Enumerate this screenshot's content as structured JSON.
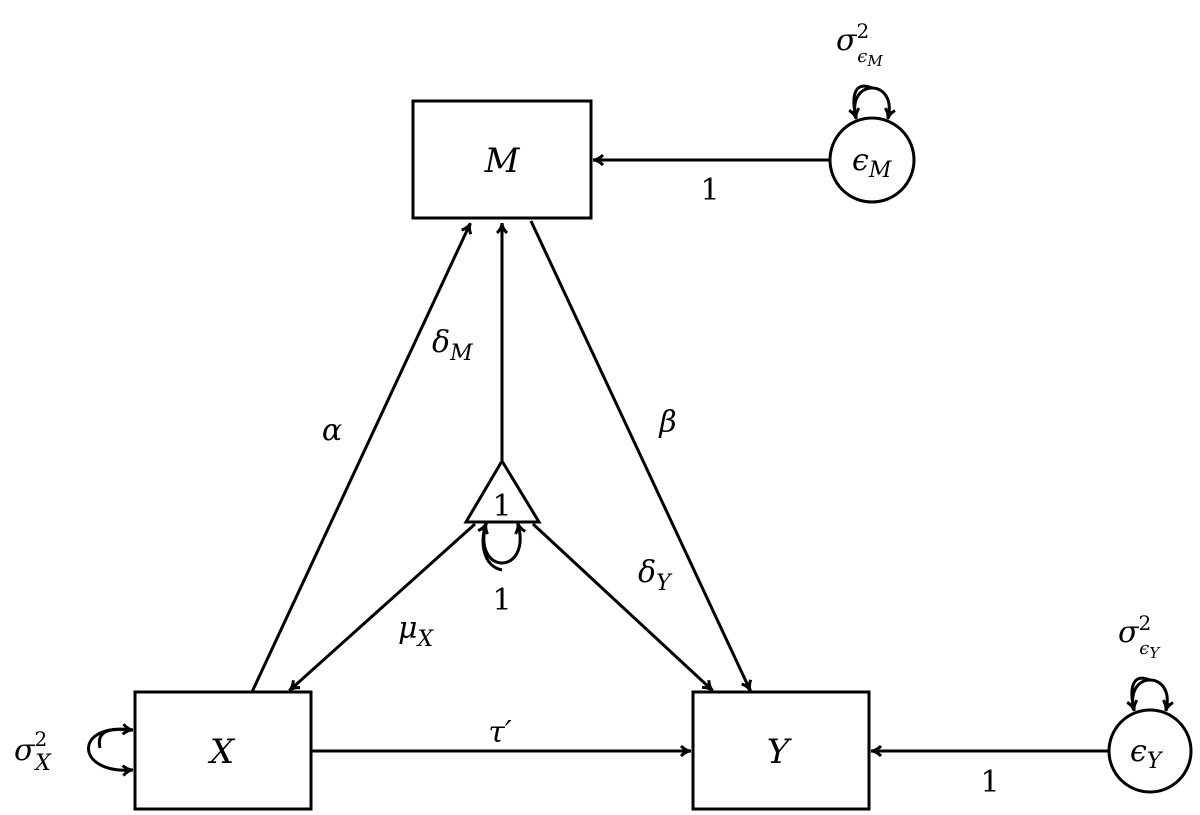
{
  "diagram": {
    "type": "path-diagram (mediation model)",
    "nodes": {
      "M": {
        "label": "M",
        "shape": "rectangle"
      },
      "X": {
        "label": "X",
        "shape": "rectangle"
      },
      "Y": {
        "label": "Y",
        "shape": "rectangle"
      },
      "const": {
        "label": "1",
        "shape": "triangle"
      },
      "eM": {
        "label_base": "ϵ",
        "label_sub": "M",
        "shape": "circle"
      },
      "eY": {
        "label_base": "ϵ",
        "label_sub": "Y",
        "shape": "circle"
      }
    },
    "edges": {
      "alpha": {
        "from": "X",
        "to": "M",
        "label": "α"
      },
      "beta": {
        "from": "M",
        "to": "Y",
        "label": "β"
      },
      "tau": {
        "from": "X",
        "to": "Y",
        "label": "τ′"
      },
      "deltaM": {
        "from": "const",
        "to": "M",
        "label_base": "δ",
        "label_sub": "M"
      },
      "deltaY": {
        "from": "const",
        "to": "Y",
        "label_base": "δ",
        "label_sub": "Y"
      },
      "muX": {
        "from": "const",
        "to": "X",
        "label_base": "μ",
        "label_sub": "X"
      },
      "eM_to_M": {
        "from": "eM",
        "to": "M",
        "label": "1"
      },
      "eY_to_Y": {
        "from": "eY",
        "to": "Y",
        "label": "1"
      }
    },
    "variances": {
      "X": {
        "base": "σ",
        "sup": "2",
        "sub": "X"
      },
      "eM": {
        "base": "σ",
        "sup": "2",
        "sub_base": "ϵ",
        "sub_sub": "M"
      },
      "eY": {
        "base": "σ",
        "sup": "2",
        "sub_base": "ϵ",
        "sub_sub": "Y"
      },
      "const": {
        "label": "1"
      }
    }
  }
}
